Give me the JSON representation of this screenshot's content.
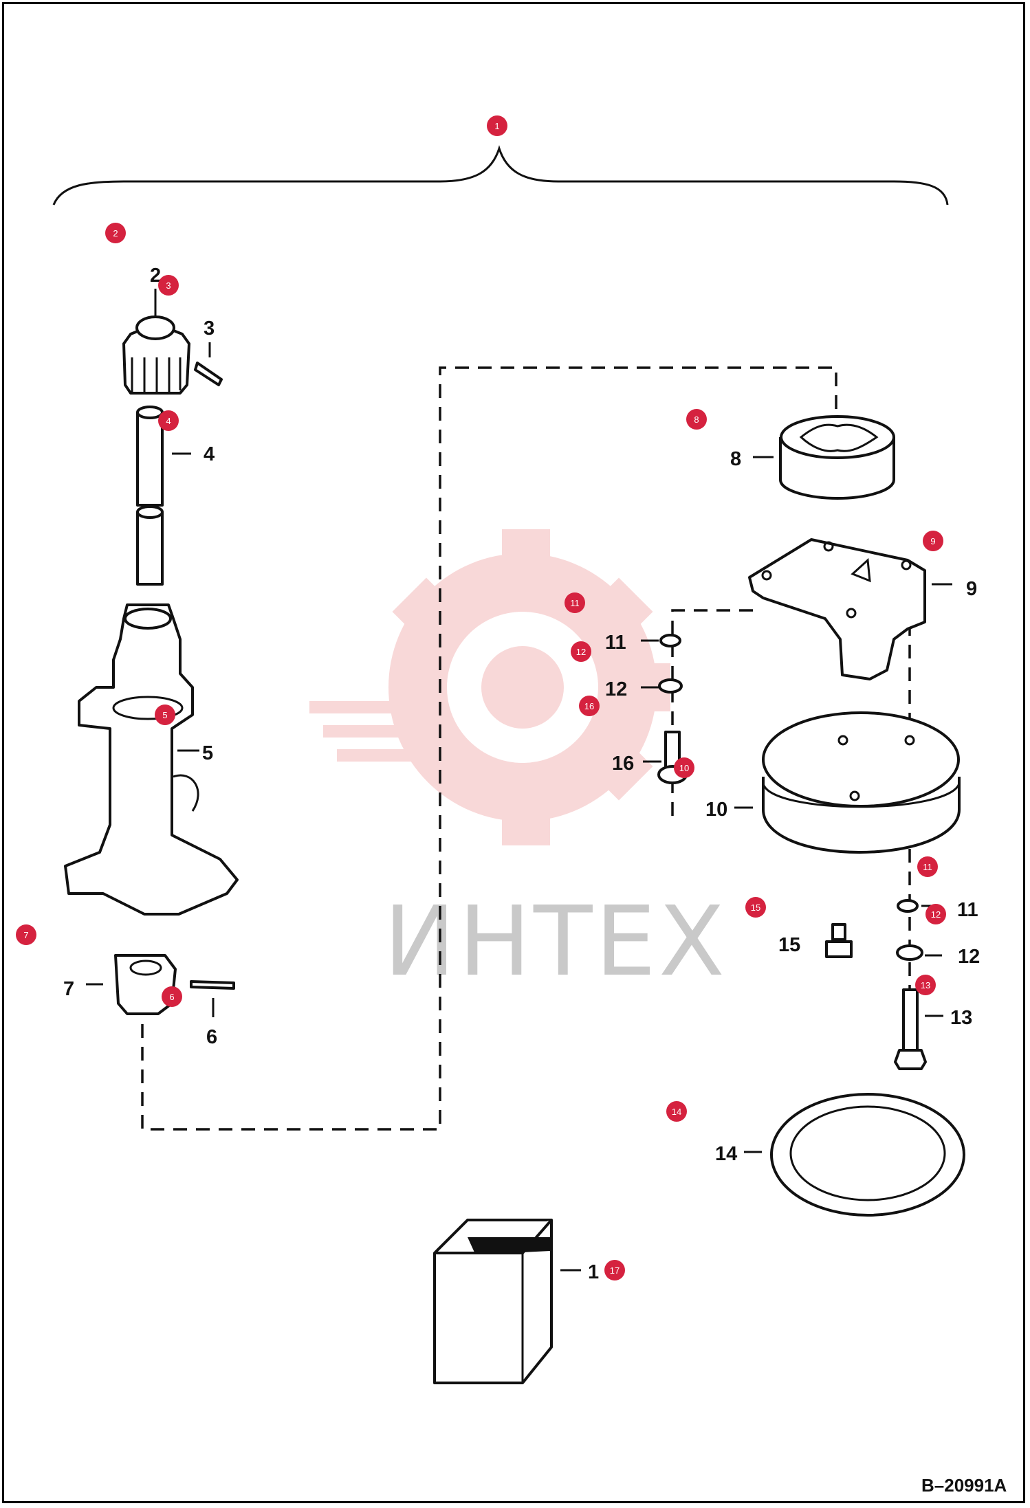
{
  "drawing_ref": "B–20991A",
  "watermark": "ИНТЕХ",
  "colors": {
    "hotspot": "#d5223f",
    "watermark_gear": "#f4b9b9",
    "watermark_text": "#c9c9c9",
    "line": "#111111"
  },
  "part_labels": {
    "p2": "2",
    "p3": "3",
    "p4": "4",
    "p5": "5",
    "p6": "6",
    "p7": "7",
    "p8": "8",
    "p9": "9",
    "p10": "10",
    "p11a": "11",
    "p11b": "11",
    "p12a": "12",
    "p12b": "12",
    "p13": "13",
    "p14": "14",
    "p15": "15",
    "p16": "16",
    "p17": "1"
  },
  "hotspots": {
    "h1": "1",
    "h2": "2",
    "h3": "3",
    "h4": "4",
    "h5": "5",
    "h6": "6",
    "h7": "7",
    "h8": "8",
    "h9": "9",
    "h10": "10",
    "h11a": "11",
    "h11b": "11",
    "h12a": "12",
    "h12b": "12",
    "h13": "13",
    "h14": "14",
    "h15": "15",
    "h16": "16",
    "h17": "17"
  }
}
